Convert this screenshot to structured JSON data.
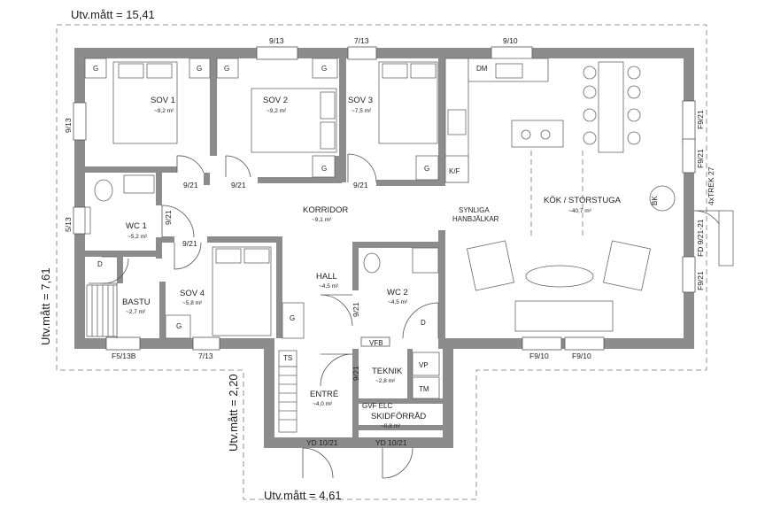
{
  "dimensions": {
    "top": "Utv.mått = 15,41",
    "left": "Utv.mått = 7,61",
    "left_lower": "Utv.mått = 2,20",
    "bottom": "Utv.mått = 4,61"
  },
  "rooms": {
    "sov1": {
      "name": "SOV 1",
      "area": "~9,2 m²"
    },
    "sov2": {
      "name": "SOV 2",
      "area": "~9,2 m²"
    },
    "sov3": {
      "name": "SOV 3",
      "area": "~7,5 m²"
    },
    "sov4": {
      "name": "SOV 4",
      "area": "~5,8 m²"
    },
    "wc1": {
      "name": "WC 1",
      "area": "~5,2 m²"
    },
    "bastu": {
      "name": "BASTU",
      "area": "~2,7 m²"
    },
    "korridor": {
      "name": "KORRIDOR",
      "area": "~9,1 m²"
    },
    "hall": {
      "name": "HALL",
      "area": "~4,5 m²"
    },
    "wc2": {
      "name": "WC 2",
      "area": "~4,5 m²"
    },
    "kok": {
      "name": "KÖK / STORSTUGA",
      "area": "~40,7 m²"
    },
    "entre": {
      "name": "ENTRÉ",
      "area": "~4,0 m²"
    },
    "teknik": {
      "name": "TEKNIK",
      "area": "~2,8 m²"
    },
    "skidforrad": {
      "name": "SKIDFÖRRÅD",
      "area": "~0,8 m²"
    }
  },
  "openings": {
    "w_sov2_top": "9/13",
    "w_sov3_top": "7/13",
    "w_kok_top": "9/10",
    "w_sov1_left": "9/13",
    "w_wc1_left": "5/13",
    "d_sov1": "9/21",
    "d_sov2": "9/21",
    "d_sov3": "9/21",
    "d_wc1": "9/21",
    "d_sov4": "9/21",
    "d_wc2": "9/21",
    "d_teknik": "9/21",
    "w_bastu_bottom": "F5/13B",
    "w_sov4_bottom": "7/13",
    "w_kok_bottom1": "F9/10",
    "w_kok_bottom2": "F9/10",
    "w_right1": "F9/21",
    "w_right2": "F9/21",
    "d_right": "FD 9/21-21",
    "w_right3": "F9/21",
    "stair": "4xTREK 27",
    "yd1": "YD 10/21",
    "yd2": "YD 10/21"
  },
  "labels": {
    "g": "G",
    "dm": "DM",
    "kf": "K/F",
    "d": "D",
    "ts": "TS",
    "vp": "VP",
    "tm": "TM",
    "bk": "BK",
    "vfb": "VFB",
    "gvf": "GVF ELC",
    "beams1": "SYNLIGA",
    "beams2": "HANBJÄLKAR"
  }
}
